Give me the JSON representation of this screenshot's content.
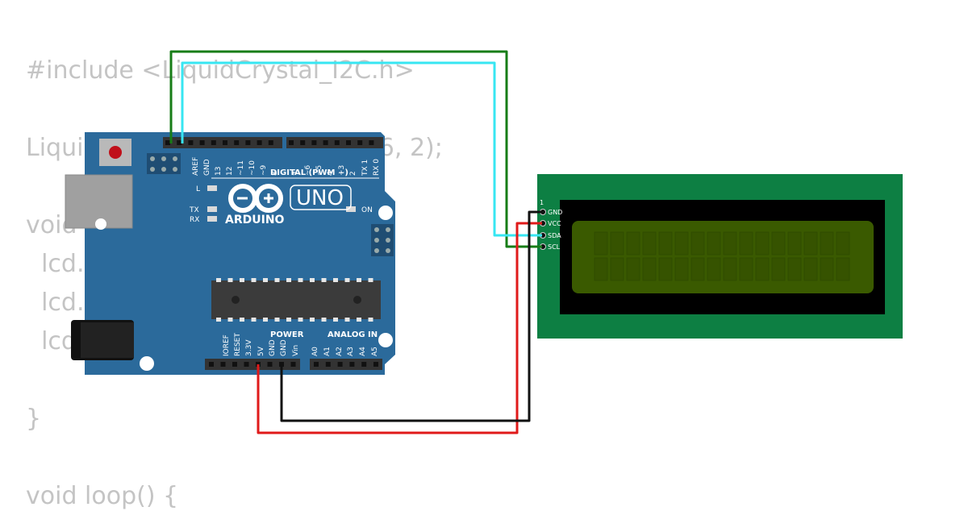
{
  "code": {
    "lines": [
      "#include <LiquidCrystal_I2C.h>",
      "",
      "LiquidCrystal_I2C lcd(0x27, 16, 2);",
      "",
      "void setup() {",
      "  lcd.init();",
      "  lcd.backlight();",
      "  lcd.print(\"Hello\");",
      "",
      "}",
      "",
      "void loop() {"
    ]
  },
  "arduino": {
    "brand": "ARDUINO",
    "model": "UNO",
    "digital_label": "DIGITAL (PWM ~)",
    "power_label": "POWER",
    "analog_label": "ANALOG IN",
    "led_l": "L",
    "led_tx": "TX",
    "led_rx": "RX",
    "led_on": "ON",
    "digital_pins": [
      "AREF",
      "GND",
      "13",
      "12",
      "~11",
      "~10",
      "~9",
      "8",
      "7",
      "~6",
      "~5",
      "4",
      "~3",
      "2",
      "TX 1",
      "RX 0"
    ],
    "power_pins": [
      "IOREF",
      "RESET",
      "3.3V",
      "5V",
      "GND",
      "GND",
      "Vin"
    ],
    "analog_pins": [
      "A0",
      "A1",
      "A2",
      "A3",
      "A4",
      "A5"
    ]
  },
  "lcd": {
    "pin1_label": "1",
    "pins": [
      "GND",
      "VCC",
      "SDA",
      "SCL"
    ]
  },
  "colors": {
    "board": "#2b6a9b",
    "lcd_pcb": "#0d7f43",
    "lcd_screen": "#3a5a00",
    "wire_green": "#177d17",
    "wire_cyan": "#37e6f2",
    "wire_red": "#e01a1a",
    "wire_black": "#111111"
  }
}
